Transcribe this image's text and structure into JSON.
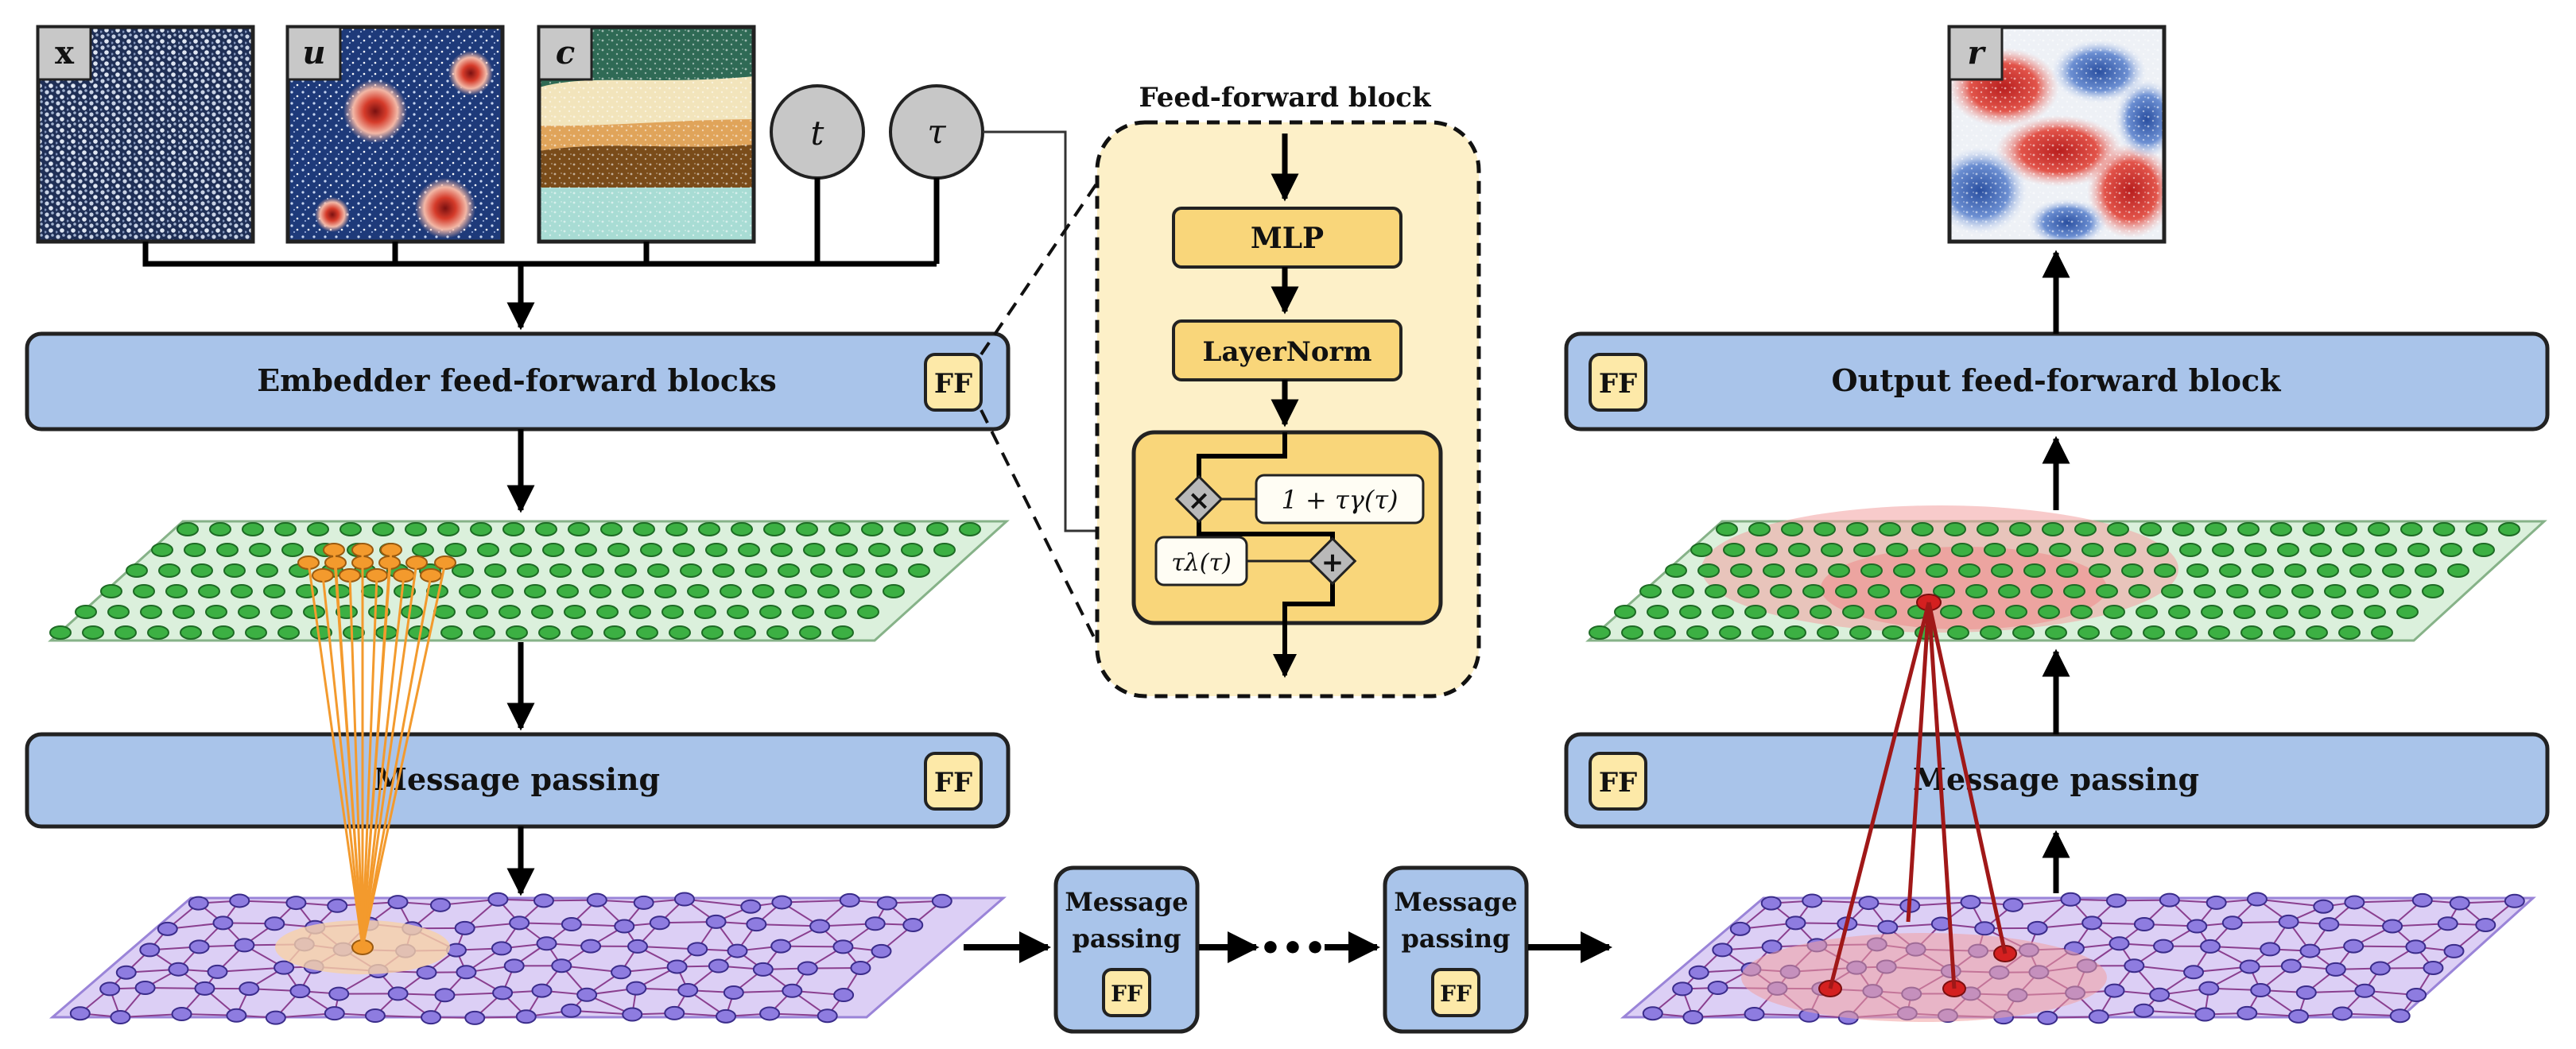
{
  "inputs": {
    "x": "x",
    "u": "u",
    "c": "c",
    "t": "t",
    "tau": "τ"
  },
  "output": {
    "r": "r"
  },
  "ff_detail": {
    "title": "Feed-forward block",
    "mlp": "MLP",
    "layernorm": "LayerNorm",
    "scale_expr": "1 + τγ(τ)",
    "shift_expr": "τλ(τ)",
    "multiply_symbol": "×",
    "add_symbol": "+"
  },
  "blocks": {
    "embedder": "Embedder feed-forward blocks",
    "output_ff": "Output feed-forward block",
    "message_passing": "Message passing",
    "mp_small_line1": "Message",
    "mp_small_line2": "passing",
    "ff_badge": "FF",
    "ellipsis": "•••"
  },
  "colors": {
    "block_fill": "#a9c4ea",
    "ff_fill": "#fde9a8",
    "ff_box": "#f9dd8a",
    "green_node": "#3cb043",
    "purple_node": "#8e7ce0",
    "orange": "#f39a2d",
    "red": "#d42020"
  }
}
